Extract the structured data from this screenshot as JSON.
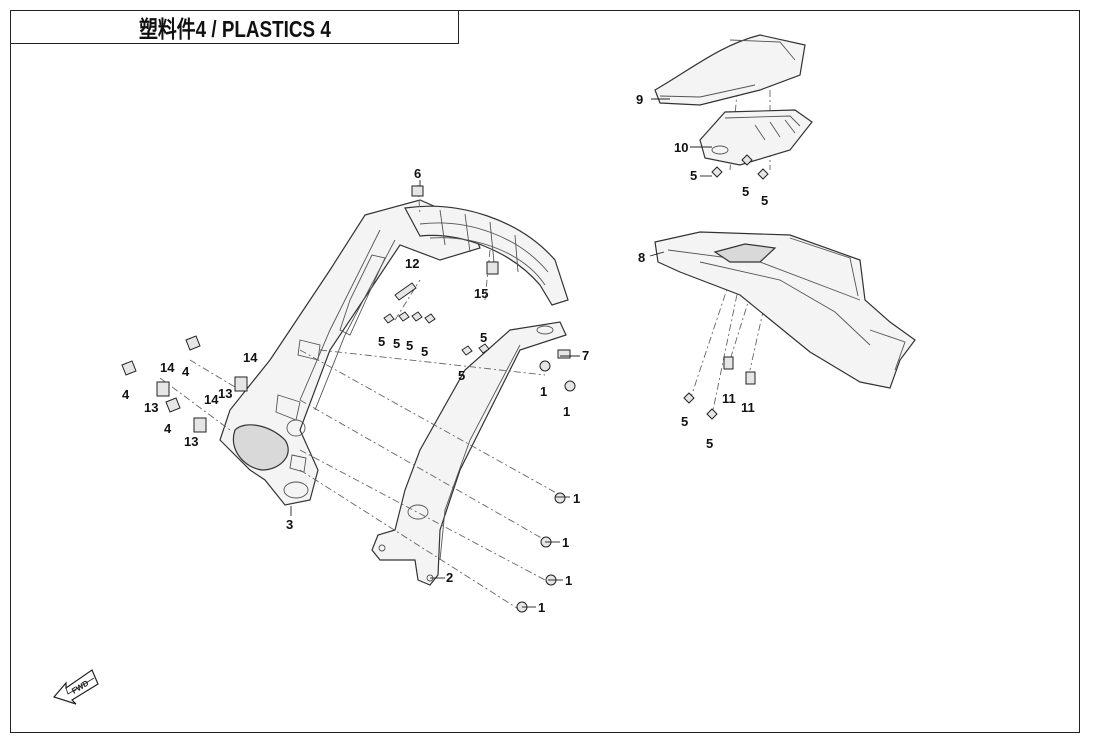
{
  "title": "塑料件4 / PLASTICS 4",
  "fwd_label": "FWD",
  "callouts": [
    "1",
    "2",
    "3",
    "4",
    "5",
    "6",
    "7",
    "8",
    "9",
    "10",
    "11",
    "12",
    "13",
    "14",
    "15"
  ]
}
